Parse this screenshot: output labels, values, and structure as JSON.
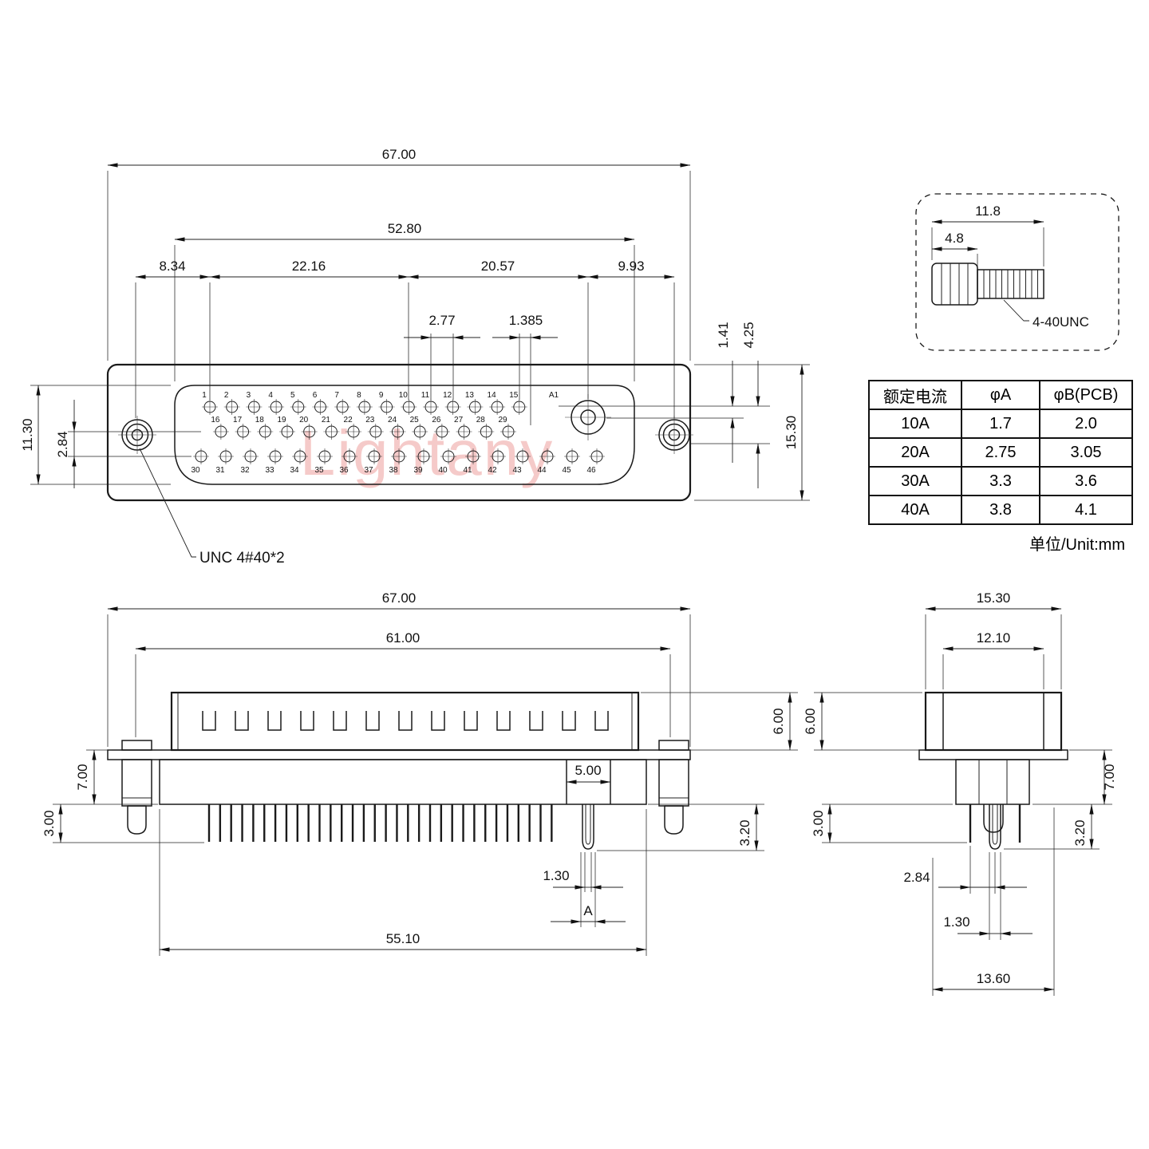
{
  "watermark": "Lightany",
  "front": {
    "d67": "67.00",
    "d528": "52.80",
    "d834": "8.34",
    "d2216": "22.16",
    "d2057": "20.57",
    "d993": "9.93",
    "d277": "2.77",
    "d1385": "1.385",
    "d141": "1.41",
    "d425": "4.25",
    "d1530": "15.30",
    "d1130": "11.30",
    "d284": "2.84",
    "unc": "UNC 4#40*2",
    "row1": [
      "1",
      "2",
      "3",
      "4",
      "5",
      "6",
      "7",
      "8",
      "9",
      "10",
      "11",
      "12",
      "13",
      "14",
      "15"
    ],
    "a1": "A1",
    "row2": [
      "16",
      "17",
      "18",
      "19",
      "20",
      "21",
      "22",
      "23",
      "24",
      "25",
      "26",
      "27",
      "28",
      "29"
    ],
    "row3": [
      "30",
      "31",
      "32",
      "33",
      "34",
      "35",
      "36",
      "37",
      "38",
      "39",
      "40",
      "41",
      "42",
      "43",
      "44",
      "45",
      "46"
    ]
  },
  "screw": {
    "d118": "11.8",
    "d48": "4.8",
    "label": "4-40UNC"
  },
  "table": {
    "headers": [
      "额定电流",
      "φA",
      "φB(PCB)"
    ],
    "rows": [
      [
        "10A",
        "1.7",
        "2.0"
      ],
      [
        "20A",
        "2.75",
        "3.05"
      ],
      [
        "30A",
        "3.3",
        "3.6"
      ],
      [
        "40A",
        "3.8",
        "4.1"
      ]
    ],
    "unit": "单位/Unit:mm"
  },
  "side": {
    "d67": "67.00",
    "d61": "61.00",
    "d600": "6.00",
    "d700": "7.00",
    "d300": "3.00",
    "d500": "5.00",
    "d130": "1.30",
    "dA": "A",
    "d320": "3.20",
    "d5510": "55.10"
  },
  "profile": {
    "d1530": "15.30",
    "d1210": "12.10",
    "d600": "6.00",
    "d700": "7.00",
    "d300": "3.00",
    "d320": "3.20",
    "d284": "2.84",
    "d130": "1.30",
    "d1360": "13.60"
  }
}
